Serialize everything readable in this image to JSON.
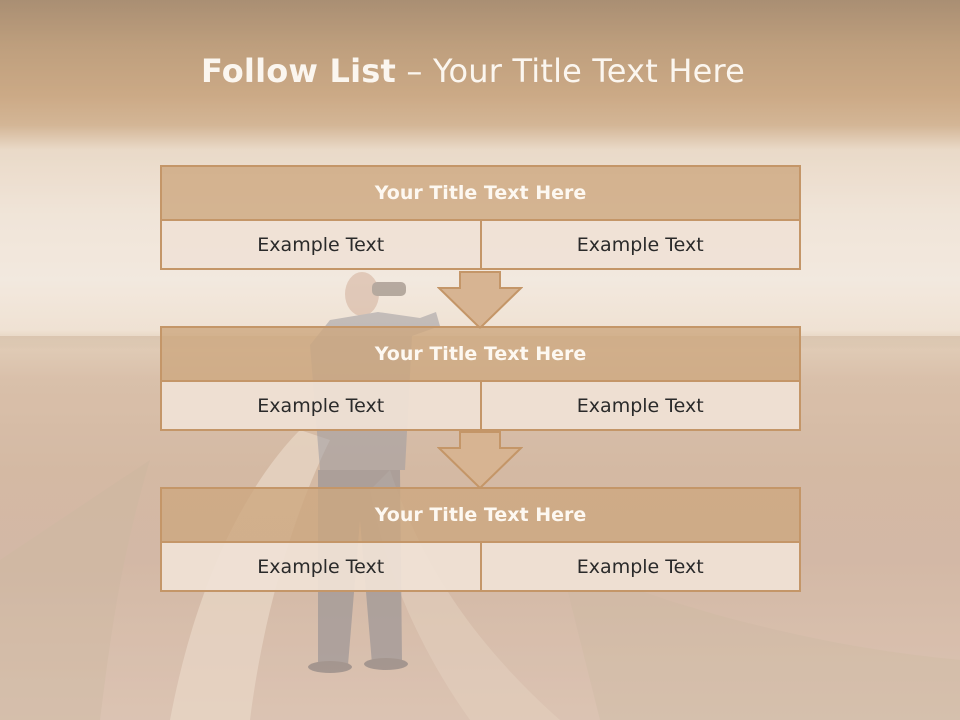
{
  "slide": {
    "title_bold": "Follow List",
    "title_rest": " – Your Title Text Here"
  },
  "steps": [
    {
      "title": "Your Title Text Here",
      "cells": [
        "Example Text",
        "Example Text"
      ]
    },
    {
      "title": "Your Title Text Here",
      "cells": [
        "Example Text",
        "Example Text"
      ]
    },
    {
      "title": "Your Title Text Here",
      "cells": [
        "Example Text",
        "Example Text"
      ]
    }
  ],
  "colors": {
    "header_fill": "#cda880",
    "border": "#c49668",
    "cell_fill": "#f0e2d6",
    "arrow_fill": "#d7b492"
  }
}
